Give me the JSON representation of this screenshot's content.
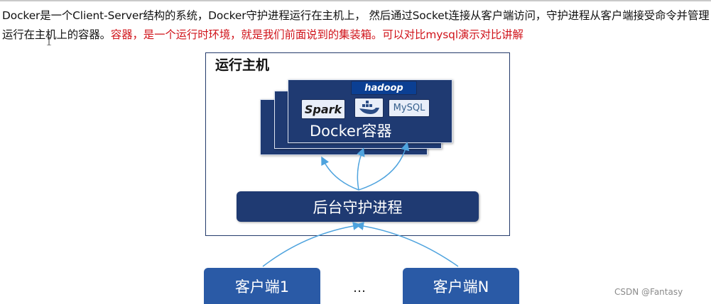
{
  "paragraph": {
    "line1": "Docker是一个Client-Server结构的系统，Docker守护进程运行在主机上， 然后通过Socket连接从客户端访问，守护进程从客户端",
    "line2_black": "接受命令并管理运行在主机上的容器。",
    "line2_red": "容器，是一个运行时环境，就是我们前面说到的集装箱。可以对比mysql演示对比讲解"
  },
  "diagram": {
    "host_title": "运行主机",
    "container_label": "Docker容器",
    "daemon_label": "后台守护进程",
    "clients": [
      "客户端1",
      "客户端N"
    ],
    "ellipsis": "…",
    "logos": {
      "hadoop": "hadoop",
      "spark": "Spark",
      "mysql": "MySQL"
    }
  },
  "colors": {
    "navy": "#1f3a72",
    "client_blue": "#2a5aa6",
    "arrow": "#4ea3de",
    "highlight_red": "#d0131a"
  },
  "watermark": "CSDN @Fantasy"
}
